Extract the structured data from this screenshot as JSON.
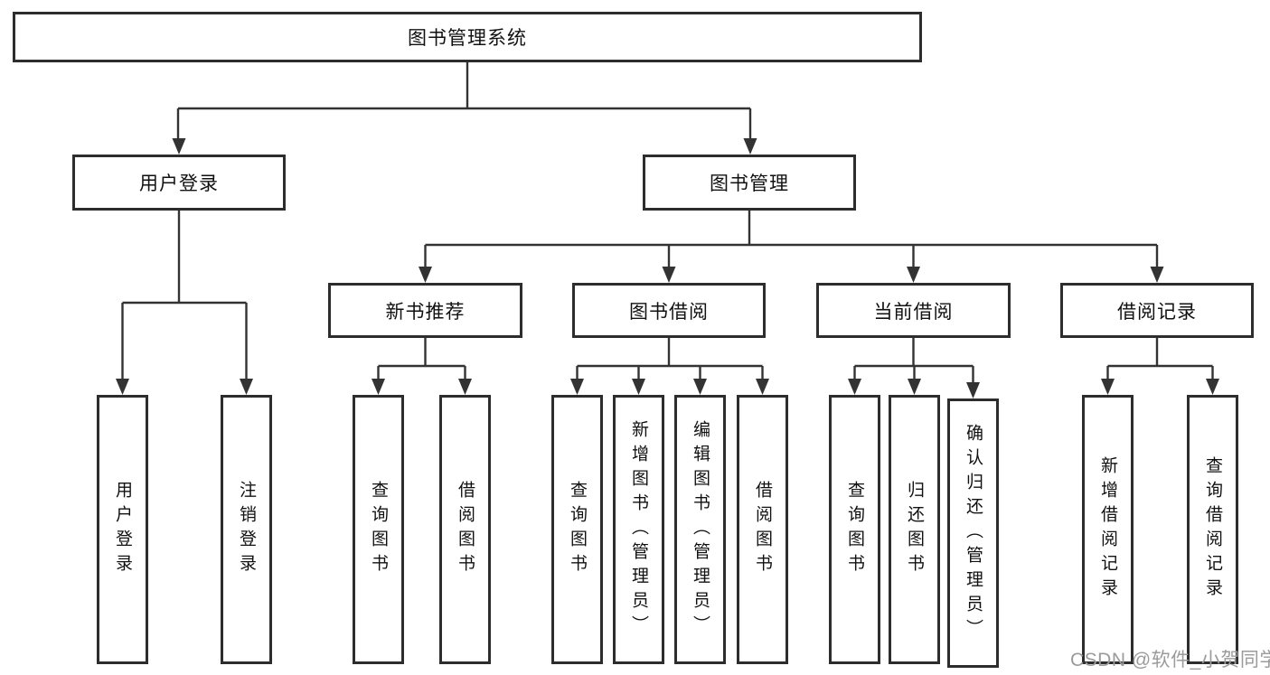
{
  "diagram": {
    "type": "hierarchy-tree",
    "root": "图书管理系统",
    "level2": [
      "用户登录",
      "图书管理"
    ],
    "level3": [
      "新书推荐",
      "图书借阅",
      "当前借阅",
      "借阅记录"
    ],
    "leaves": {
      "login": [
        "用户登录",
        "注销登录"
      ],
      "recommend": [
        "查询图书",
        "借阅图书"
      ],
      "borrow": [
        "查询图书",
        "新增图书（管理员）",
        "编辑图书（管理员）",
        "借阅图书"
      ],
      "current": [
        "查询图书",
        "归还图书",
        "确认归还（管理员）"
      ],
      "records": [
        "新增借阅记录",
        "查询借阅记录"
      ]
    }
  },
  "watermark": "CSDN @软件_小贺同学",
  "colors": {
    "background": "#ffffff",
    "box_border": "#2d2d2d",
    "connector_line": "#333333",
    "text": "#111111",
    "watermark_text": "#9b9b9b"
  }
}
